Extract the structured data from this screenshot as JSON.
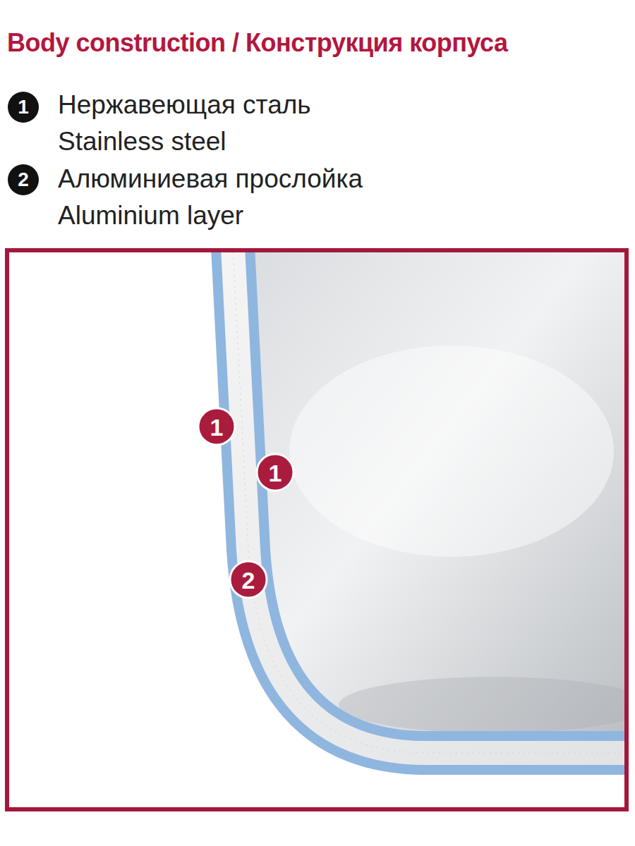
{
  "diagram": {
    "title": "Body construction / Конструкция корпуса",
    "labels": [
      "1",
      "Нержавеющая сталь",
      "Stainless steel",
      "2",
      "Алюминиевая прослойка",
      "Aluminium layer",
      "1",
      "1",
      "2"
    ]
  }
}
